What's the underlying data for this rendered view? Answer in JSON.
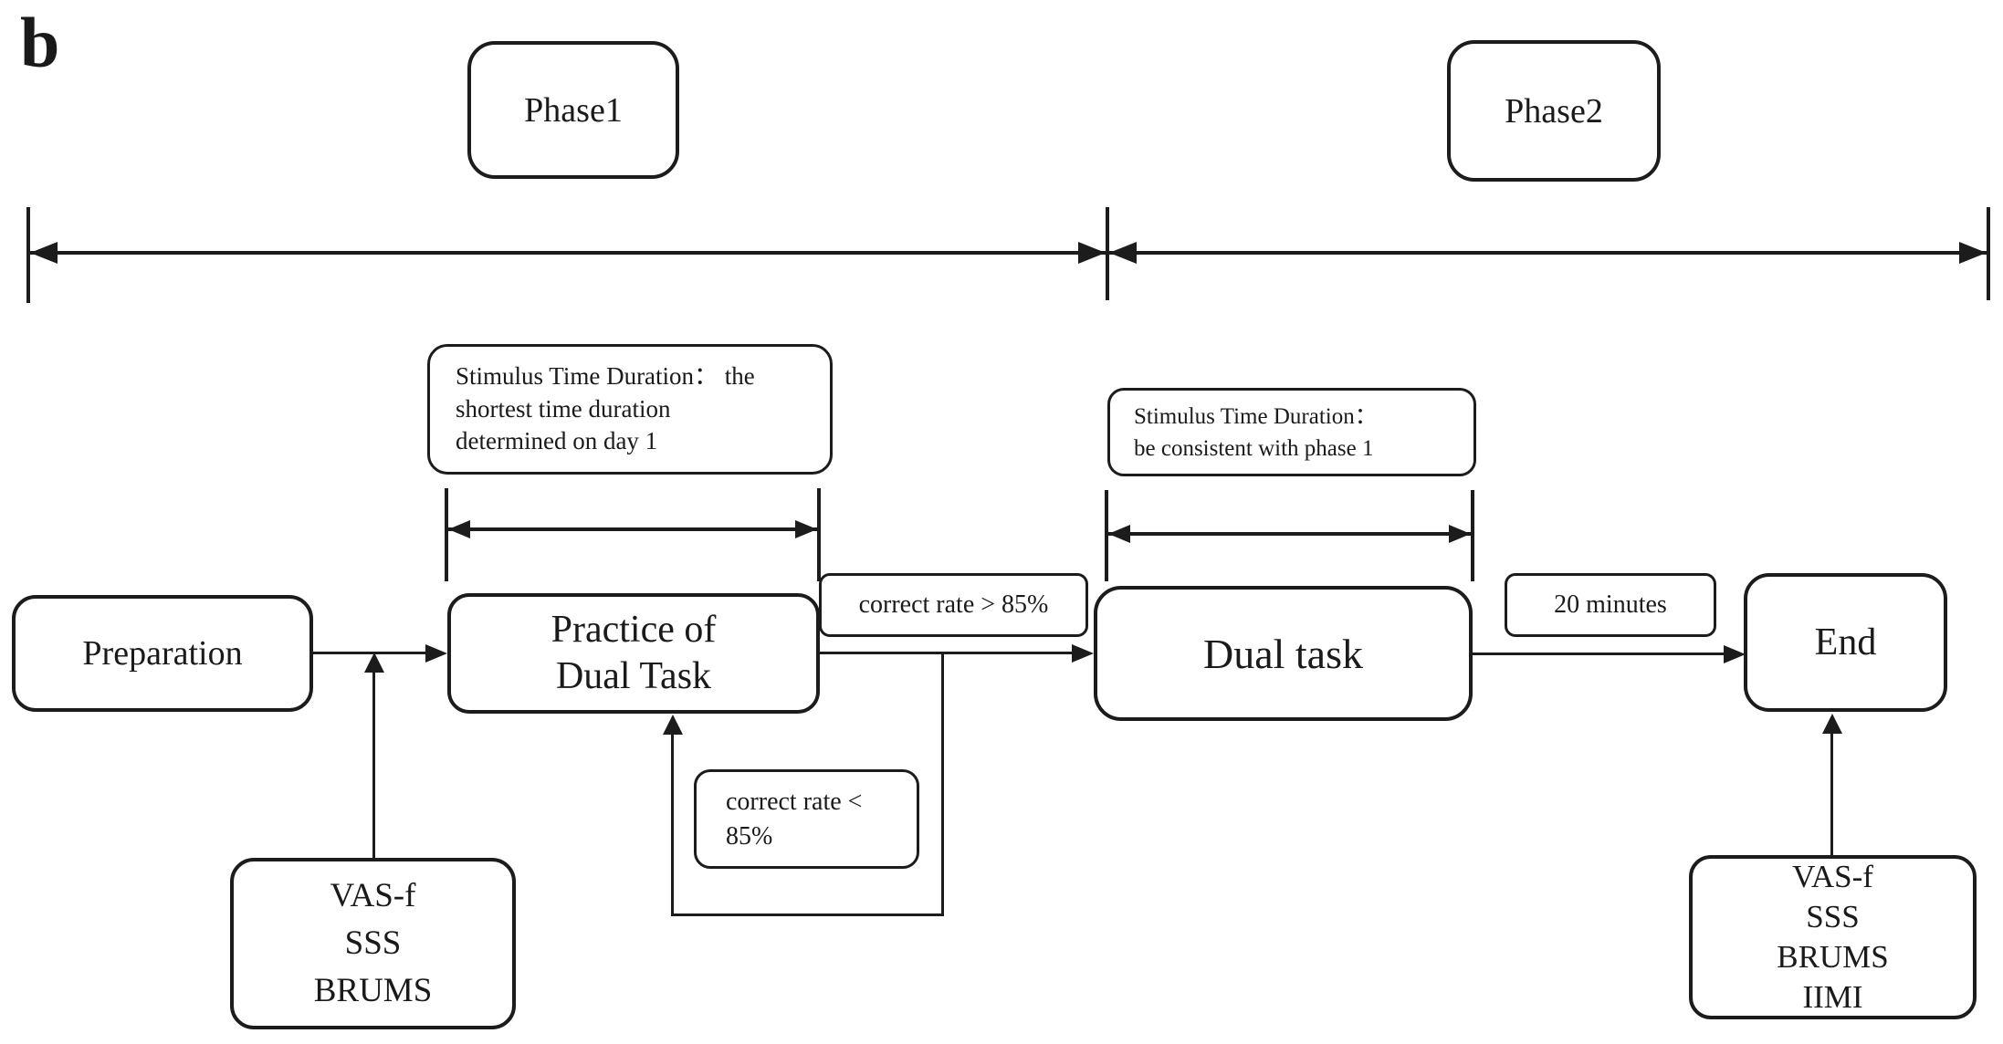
{
  "figure_label": "b",
  "phases": [
    {
      "label": "Phase1"
    },
    {
      "label": "Phase2"
    }
  ],
  "annotations": {
    "stimulus_phase1": {
      "line1": "Stimulus Time Duration：  the",
      "line2": "shortest time duration",
      "line3": "determined on day 1"
    },
    "stimulus_phase2": {
      "line1": "Stimulus Time Duration：",
      "line2": "be consistent with phase 1"
    },
    "correct_rate_high": "correct rate > 85%",
    "correct_rate_low": {
      "line1": "correct rate <",
      "line2": "85%"
    },
    "duration_between_tasks": "20 minutes"
  },
  "nodes": {
    "preparation": "Preparation",
    "practice": {
      "line1": "Practice of",
      "line2": "Dual Task"
    },
    "dual_task": "Dual task",
    "end": "End",
    "questionnaires_pre": [
      "VAS-f",
      "SSS",
      "BRUMS"
    ],
    "questionnaires_post": [
      "VAS-f",
      "SSS",
      "BRUMS",
      "IIMI"
    ]
  },
  "colors": {
    "line": "#1c1c1c",
    "text": "#1a1a1a",
    "background": "#ffffff"
  }
}
